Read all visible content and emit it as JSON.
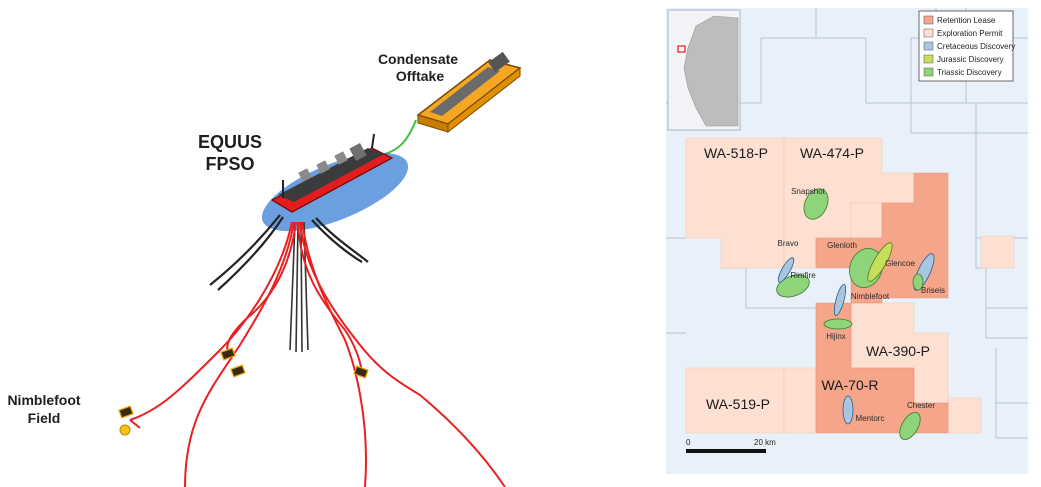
{
  "diagram": {
    "labels": {
      "condensate_line1": "Condensate",
      "condensate_line2": "Offtake",
      "equus_line1": "EQUUS",
      "equus_line2": "FPSO",
      "nimble_line1": "Nimblefoot",
      "nimble_line2": "Field"
    }
  },
  "map": {
    "legend": [
      {
        "label": "Retention Lease",
        "color": "#f4a58a"
      },
      {
        "label": "Exploration Permit",
        "color": "#fde0d2"
      },
      {
        "label": "Cretaceous Discovery",
        "color": "#a9c6e0"
      },
      {
        "label": "Jurassic Discovery",
        "color": "#c4e05a"
      },
      {
        "label": "Triassic Discovery",
        "color": "#8fd47a"
      }
    ],
    "permits": {
      "wa518": "WA-518-P",
      "wa474": "WA-474-P",
      "wa390": "WA-390-P",
      "wa70": "WA-70-R",
      "wa519": "WA-519-P"
    },
    "fields": {
      "snapshot": "Snapshot",
      "bravo": "Bravo",
      "glenloth": "Glenloth",
      "glencoe": "Glencoe",
      "rimfire": "Rimfire",
      "nimblefoot": "Nimblefoot",
      "briseis": "Briseis",
      "hijinx": "Hijinx",
      "mentorc": "Mentorc",
      "chester": "Chester"
    },
    "scale": {
      "start": "0",
      "end": "20 km"
    }
  }
}
